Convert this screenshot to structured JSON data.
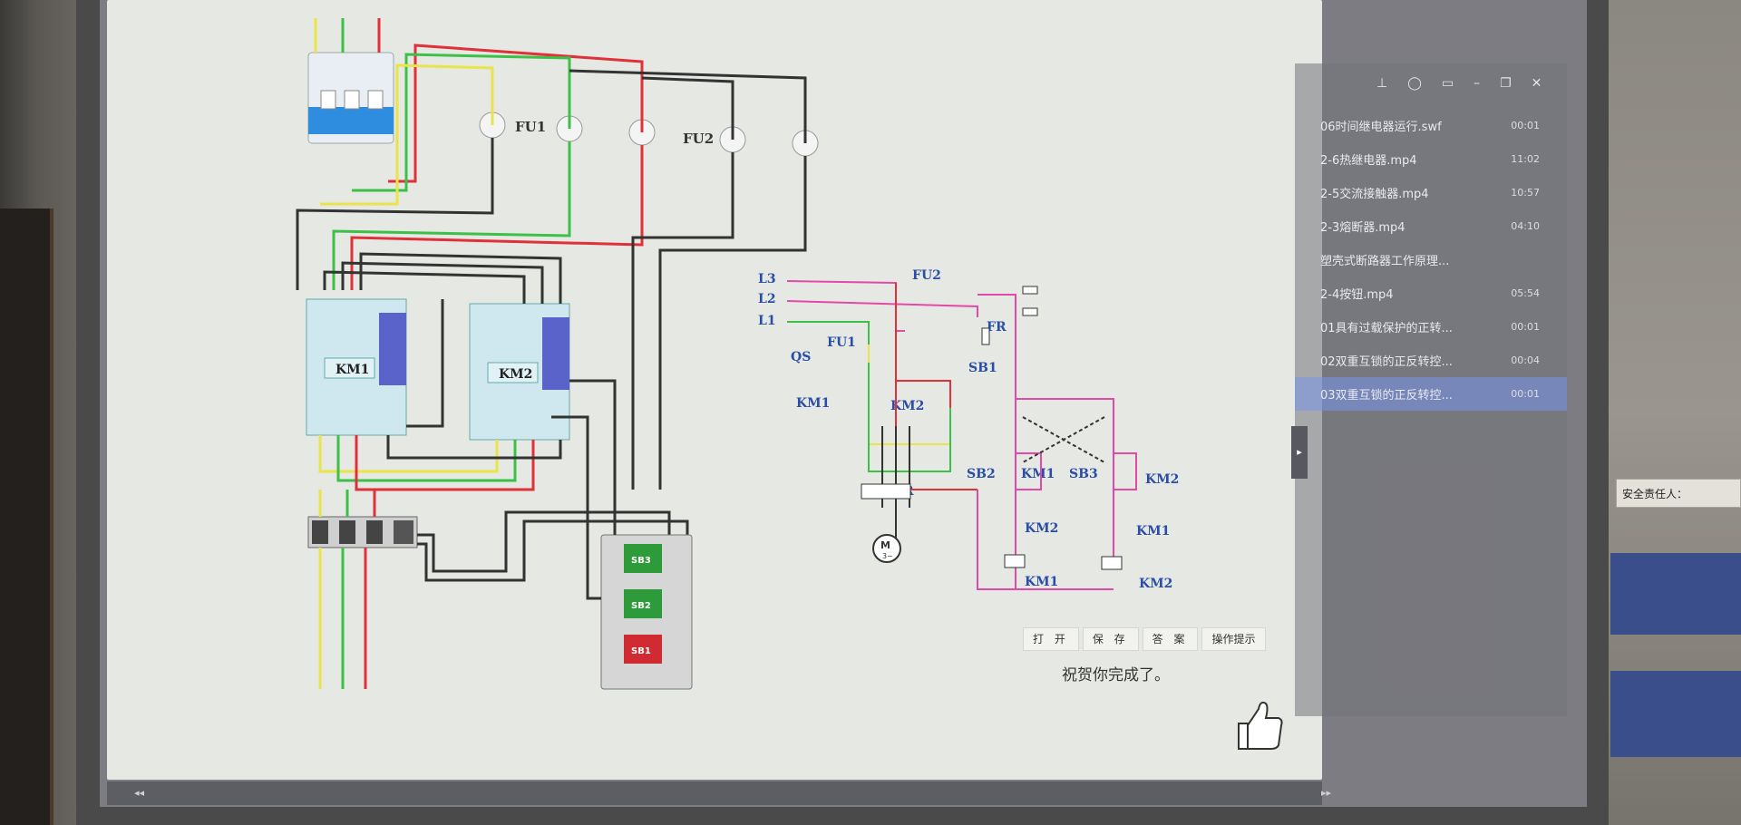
{
  "diagram": {
    "labels": {
      "fu1": "FU1",
      "fu2": "FU2",
      "km1": "KM1",
      "km2": "KM2",
      "sb1": "SB1",
      "sb2": "SB2",
      "sb3": "SB3",
      "l1": "L1",
      "l2": "L2",
      "l3": "L3",
      "qs": "QS",
      "fr": "FR",
      "motor": "M",
      "motor_sub": "3~"
    },
    "colors": {
      "red": "#e0303a",
      "green": "#3cc048",
      "yellow": "#e8e44a",
      "black": "#333333",
      "pink": "#e24aa8",
      "blue_label": "#2a4ea8"
    }
  },
  "actions": {
    "open": "打 开",
    "save": "保 存",
    "answer": "答 案",
    "hint": "操作提示"
  },
  "message": "祝贺你完成了。",
  "playlist": [
    {
      "name": "06时间继电器运行.swf",
      "time": "00:01",
      "active": false
    },
    {
      "name": "2-6热继电器.mp4",
      "time": "11:02",
      "active": false
    },
    {
      "name": "2-5交流接触器.mp4",
      "time": "10:57",
      "active": false
    },
    {
      "name": "2-3熔断器.mp4",
      "time": "04:10",
      "active": false
    },
    {
      "name": "塑壳式断路器工作原理...",
      "time": "",
      "active": false
    },
    {
      "name": "2-4按钮.mp4",
      "time": "05:54",
      "active": false
    },
    {
      "name": "01具有过载保护的正转...",
      "time": "00:01",
      "active": false
    },
    {
      "name": "02双重互锁的正反转控...",
      "time": "00:04",
      "active": false
    },
    {
      "name": "03双重互锁的正反转控...",
      "time": "00:01",
      "active": true
    }
  ],
  "toolbar_icons": [
    "pin-icon",
    "location-icon",
    "file-icon",
    "minimize-icon",
    "restore-icon",
    "close-icon"
  ],
  "wall_sign": "安全责任人：",
  "player": {
    "prev": "◂◂",
    "next": "▸▸"
  }
}
